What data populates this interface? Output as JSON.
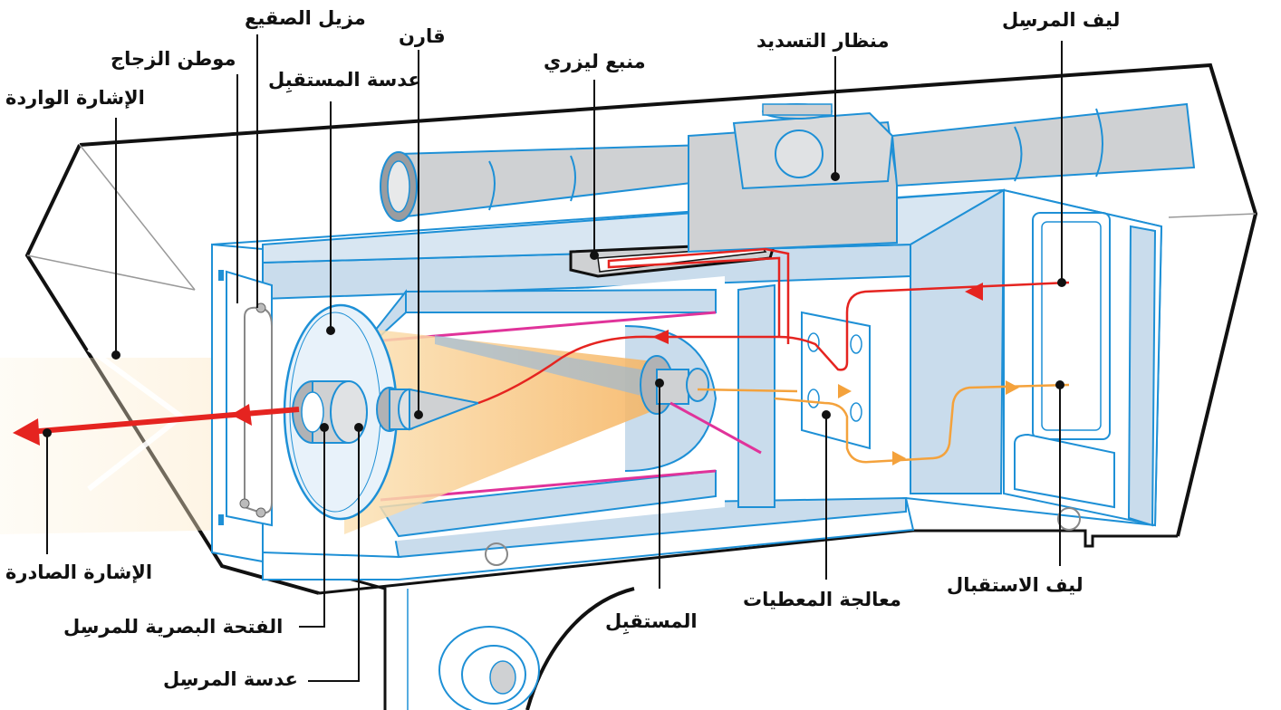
{
  "labels": {
    "transmitter_fiber": "ليف المرسِل",
    "scope": "منظار التسديد",
    "laser_source": "منبع ليزري",
    "comparator": "قارن",
    "heat_remover": "مزيل الصقيع",
    "glass_housing": "موطن الزجاج",
    "receiver_lens": "عدسة المستقبِل",
    "incoming_signal": "الإشارة الواردة",
    "outgoing_signal": "الإشارة الصادرة",
    "transmitter_aperture": "الفتحة البصرية للمرسِل",
    "transmitter_lens": "عدسة المرسِل",
    "receiver": "المستقبِل",
    "data_processor": "معالجة المعطيات",
    "receiver_fiber": "ليف الاستقبال"
  },
  "colors": {
    "outline": "#111111",
    "structure_blue": "#1e90d6",
    "panel_fill": "#c9dcec",
    "scope_fill": "#cfd1d3",
    "transmit_path": "#e52420",
    "receive_path": "#f4a23c",
    "beam_light": "#fbe3b8"
  }
}
